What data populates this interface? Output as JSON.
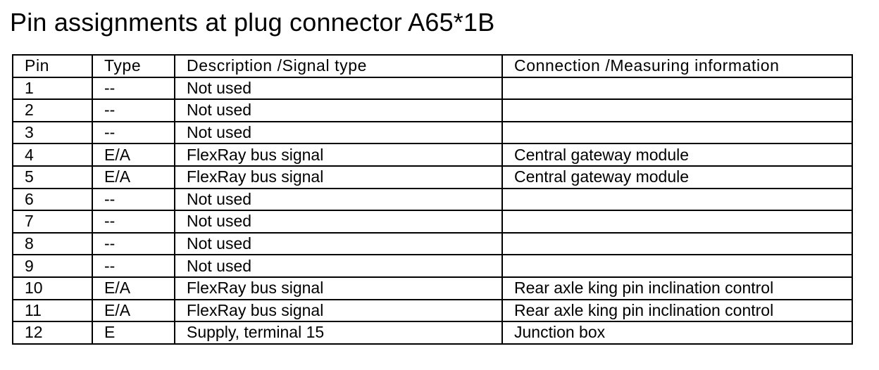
{
  "title": "Pin assignments at plug connector A65*1B",
  "table": {
    "headers": {
      "pin": "Pin",
      "type": "Type",
      "description": "Description /Signal type",
      "connection": "Connection /Measuring information"
    },
    "rows": [
      {
        "pin": "1",
        "type": "--",
        "description": "Not used",
        "connection": ""
      },
      {
        "pin": "2",
        "type": "--",
        "description": "Not used",
        "connection": ""
      },
      {
        "pin": "3",
        "type": "--",
        "description": "Not used",
        "connection": ""
      },
      {
        "pin": "4",
        "type": "E/A",
        "description": "FlexRay bus signal",
        "connection": "Central gateway module"
      },
      {
        "pin": "5",
        "type": "E/A",
        "description": "FlexRay bus signal",
        "connection": "Central gateway module"
      },
      {
        "pin": "6",
        "type": "--",
        "description": "Not used",
        "connection": ""
      },
      {
        "pin": "7",
        "type": "--",
        "description": "Not used",
        "connection": ""
      },
      {
        "pin": "8",
        "type": "--",
        "description": "Not used",
        "connection": ""
      },
      {
        "pin": "9",
        "type": "--",
        "description": "Not used",
        "connection": ""
      },
      {
        "pin": "10",
        "type": "E/A",
        "description": "FlexRay bus signal",
        "connection": "Rear axle king pin inclination control"
      },
      {
        "pin": "11",
        "type": "E/A",
        "description": "FlexRay bus signal",
        "connection": "Rear axle king pin inclination control"
      },
      {
        "pin": "12",
        "type": "E",
        "description": "Supply, terminal 15",
        "connection": "Junction box"
      }
    ]
  }
}
